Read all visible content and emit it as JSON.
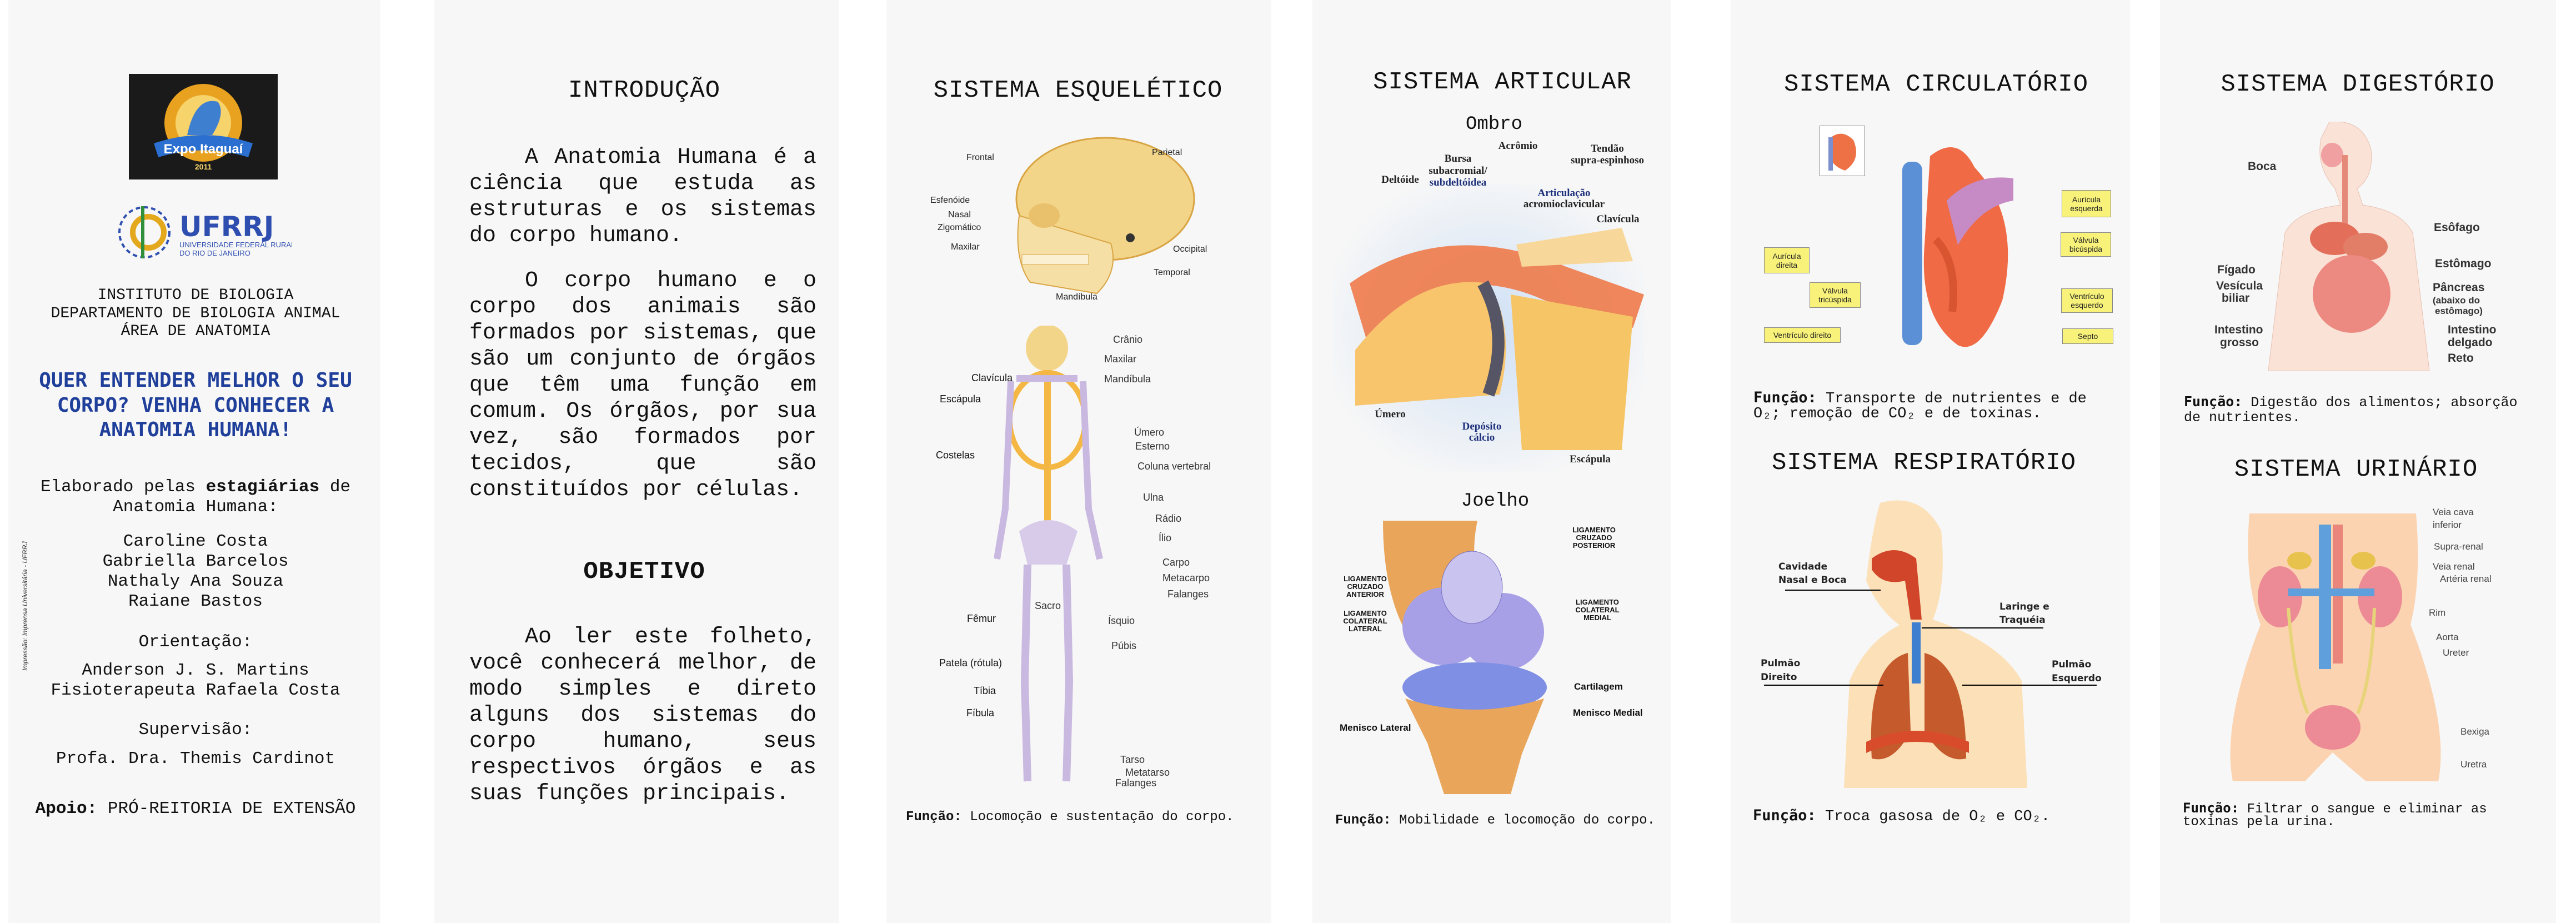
{
  "cover": {
    "expo_logo_text": "Expo Itaguaí 2011",
    "ufrrj_logo_text": "UFRRJ",
    "ufrrj_logo_subtitle": "UNIVERSIDADE FEDERAL RURAL DO RIO DE JANEIRO",
    "institute_lines": [
      "INSTITUTO DE BIOLOGIA",
      "DEPARTAMENTO DE BIOLOGIA ANIMAL",
      "ÁREA DE ANATOMIA"
    ],
    "headline_lines": [
      "QUER ENTENDER MELHOR O SEU",
      "CORPO? VENHA CONHECER A",
      "ANATOMIA HUMANA!"
    ],
    "prepared_by_prefix": "Elaborado pelas",
    "prepared_by_bold": "estagiárias",
    "prepared_by_suffix": "de",
    "prepared_by_line2": "Anatomia Humana:",
    "authors": [
      "Caroline Costa",
      "Gabriella Barcelos",
      "Nathaly Ana Souza",
      "Raiane Bastos"
    ],
    "guidance_label": "Orientação:",
    "guidance": [
      "Anderson J. S. Martins",
      "Fisioterapeuta Rafaela Costa"
    ],
    "supervision_label": "Supervisão:",
    "supervision": "Profa. Dra. Themis Cardinot",
    "support_label": "Apoio:",
    "support": "PRÓ-REITORIA DE EXTENSÃO",
    "print_credit": "Impressão: Imprensa Universitária - UFRRJ"
  },
  "intro": {
    "title": "INTRODUÇÃO",
    "paragraph1": [
      "A Anatomia Humana é a",
      "ciência que estuda as",
      "estruturas e os sistemas",
      "do corpo humano."
    ],
    "paragraph2": [
      "O corpo humano e o",
      "corpo dos animais são",
      "formados por sistemas, que",
      "são um conjunto de órgãos",
      "que têm uma função em",
      "comum. Os órgãos, por sua",
      "vez, são formados por",
      "tecidos, que são",
      "constituídos por células."
    ],
    "objective_title": "OBJETIVO",
    "objective": [
      "Ao ler este folheto,",
      "você conhecerá melhor, de",
      "modo simples e direto",
      "alguns dos sistemas do",
      "corpo humano, seus",
      "respectivos órgãos e as",
      "suas funções principais."
    ]
  },
  "skeletal": {
    "title": "SISTEMA ESQUELÉTICO",
    "skull_labels": [
      "Frontal",
      "Parietal",
      "Esfenóide",
      "Nasal",
      "Zigomático",
      "Maxilar",
      "Occipital",
      "Temporal",
      "Mandíbula"
    ],
    "skeleton_labels": [
      "Crânio",
      "Maxilar",
      "Mandíbula",
      "Clavícula",
      "Escápula",
      "Úmero",
      "Esterno",
      "Costelas",
      "Coluna vertebral",
      "Ulna",
      "Rádio",
      "Ílio",
      "Carpo",
      "Metacarpo",
      "Falanges",
      "Sacro",
      "Fêmur",
      "Ísquio",
      "Púbis",
      "Patela (rótula)",
      "Tíbia",
      "Fíbula",
      "Tarso",
      "Metatarso",
      "Falanges"
    ],
    "function_label": "Função:",
    "function_text": "Locomoção e sustentação do corpo."
  },
  "articular": {
    "title": "SISTEMA ARTICULAR",
    "shoulder_title": "Ombro",
    "shoulder_labels": [
      "Acrômio",
      "Tendão",
      "supra-espinhoso",
      "Bursa",
      "subacromial/",
      "subdeltóidea",
      "Deltóide",
      "Articulação",
      "acromioclavicular",
      "Clavícula",
      "Úmero",
      "Depósito",
      "cálcio",
      "Escápula"
    ],
    "knee_title": "Joelho",
    "knee_labels": [
      "LIGAMENTO CRUZADO POSTERIOR",
      "LIGAMENTO CRUZADO ANTERIOR",
      "LIGAMENTO COLATERAL LATERAL",
      "LIGAMENTO COLATERAL MEDIAL",
      "Cartilagem",
      "Menisco Medial",
      "Menisco Lateral"
    ],
    "function_label": "Função:",
    "function_text": "Mobilidade e locomoção do corpo."
  },
  "circulatory": {
    "title": "SISTEMA CIRCULATÓRIO",
    "labels": [
      "Aurícula esquerda",
      "Válvula bicúspida",
      "Ventrículo esquerdo",
      "Septo",
      "Aurícula direita",
      "Válvula tricúspida",
      "Ventrículo direito"
    ],
    "function_label": "Função:",
    "function_lines": [
      "Transporte de nutrientes e de",
      "O₂; remoção de CO₂ e de toxinas."
    ]
  },
  "respiratory": {
    "title": "SISTEMA RESPIRATÓRIO",
    "labels": [
      "Cavidade",
      "Nasal e Boca",
      "Laringe e",
      "Traquéia",
      "Pulmão",
      "Direito",
      "Pulmão",
      "Esquerdo"
    ],
    "function_label": "Função:",
    "function_text": "Troca gasosa de O₂ e CO₂."
  },
  "digestive": {
    "title": "SISTEMA DIGESTÓRIO",
    "labels": [
      "Boca",
      "Esôfago",
      "Estômago",
      "Fígado",
      "Vesícula",
      "biliar",
      "Pâncreas",
      "(abaixo do",
      "estômago)",
      "Intestino",
      "grosso",
      "Intestino",
      "delgado",
      "Reto"
    ],
    "function_label": "Função:",
    "function_lines": [
      "Digestão dos alimentos; absorção",
      "de nutrientes."
    ]
  },
  "urinary": {
    "title": "SISTEMA URINÁRIO",
    "labels": [
      "Veia cava",
      "inferior",
      "Supra-renal",
      "Veia renal",
      "Artéria renal",
      "Rim",
      "Aorta",
      "Ureter",
      "Bexiga",
      "Uretra"
    ],
    "function_label": "Função:",
    "function_lines": [
      "Filtrar o sangue e eliminar as",
      "toxinas pela urina."
    ]
  },
  "colors": {
    "headline_blue": "#1f3f9a",
    "label_yellow": "#f8f27a",
    "panel": "#f7f7f7"
  }
}
